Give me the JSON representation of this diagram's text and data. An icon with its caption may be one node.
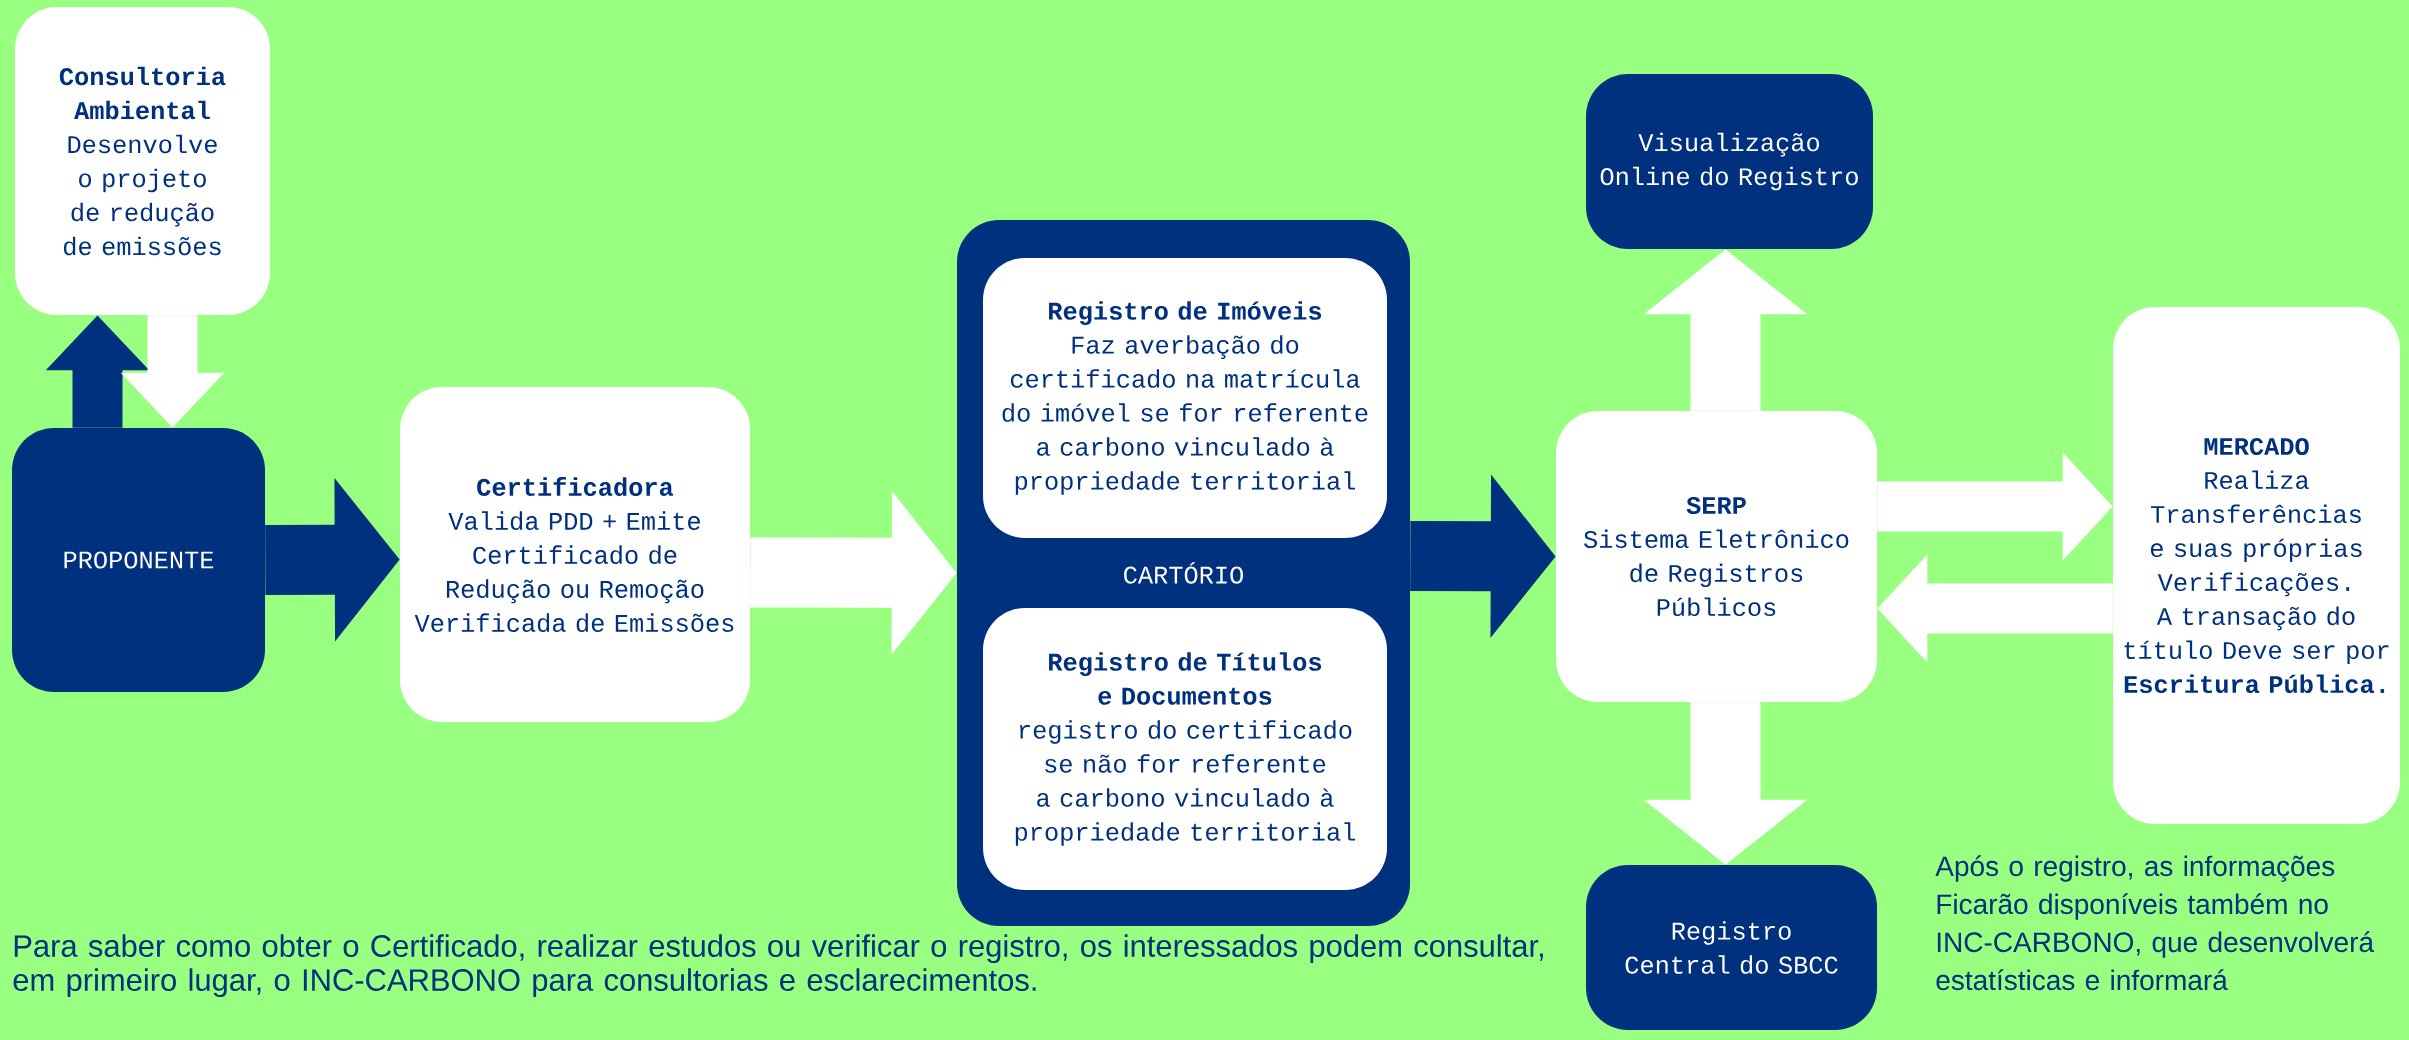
{
  "diagram": {
    "nodes": [
      {
        "text": [
          "Consultoria Ambiental",
          "Desenvolve o projeto de redução de emissões"
        ]
      },
      {
        "text": [
          "PROPONENTE"
        ]
      },
      {
        "text": [
          "Certificadora",
          "Valida PDD + Emite Certificado de Redução ou Remoção Verificada de Emissões"
        ]
      },
      {
        "text": [
          "CARTÓRIO"
        ]
      },
      {
        "text": [
          "Registro de Imóveis",
          "Faz averbação do certificado na matrícula do imóvel se for referente a carbono vinculado à propriedade territorial"
        ],
        "in": 3
      },
      {
        "text": [
          "Registro de Títulos e Documentos",
          "registro do certificado se não for referente a carbono vinculado à propriedade territorial"
        ],
        "in": 3
      },
      {
        "text": [
          "Visualização Online do Registro"
        ]
      },
      {
        "text": [
          "SERP",
          "Sistema Eletrônico de Registros Públicos"
        ]
      },
      {
        "text": [
          "MERCADO",
          "Realiza Transferências e suas próprias Verificações. A transação do título Deve ser por **Escritura Pública.**"
        ]
      },
      {
        "text": [
          "Registro Central do SBCC"
        ]
      }
    ],
    "edges": [
      {
        "from": 1,
        "to": 0,
        "arrow": "to",
        "color": "#00317e"
      },
      {
        "from": 0,
        "to": 1,
        "arrow": "to"
      },
      {
        "from": 1,
        "to": 2,
        "arrow": "to",
        "color": "#00317e"
      },
      {
        "from": 2,
        "to": 3,
        "arrow": "to"
      },
      {
        "from": 3,
        "to": 7,
        "arrow": "to",
        "color": "#00317e"
      },
      {
        "from": 7,
        "to": 6,
        "arrow": "to"
      },
      {
        "from": 7,
        "to": 9,
        "arrow": "to"
      },
      {
        "from": 7,
        "to": 8,
        "arrow": "to"
      },
      {
        "from": 8,
        "to": 7,
        "arrow": "to"
      }
    ],
    "labels": [
      "Para saber como obter o Certificado, realizar estudos ou verificar o registro, os interessados podem consultar, em primeiro lugar, o INC-CARBONO para consultorias e esclarecimentos.",
      "Após o registro, as informações Ficarão disponíveis também no INC-CARBONO, que desenvolverá estatísticas e informará"
    ]
  }
}
